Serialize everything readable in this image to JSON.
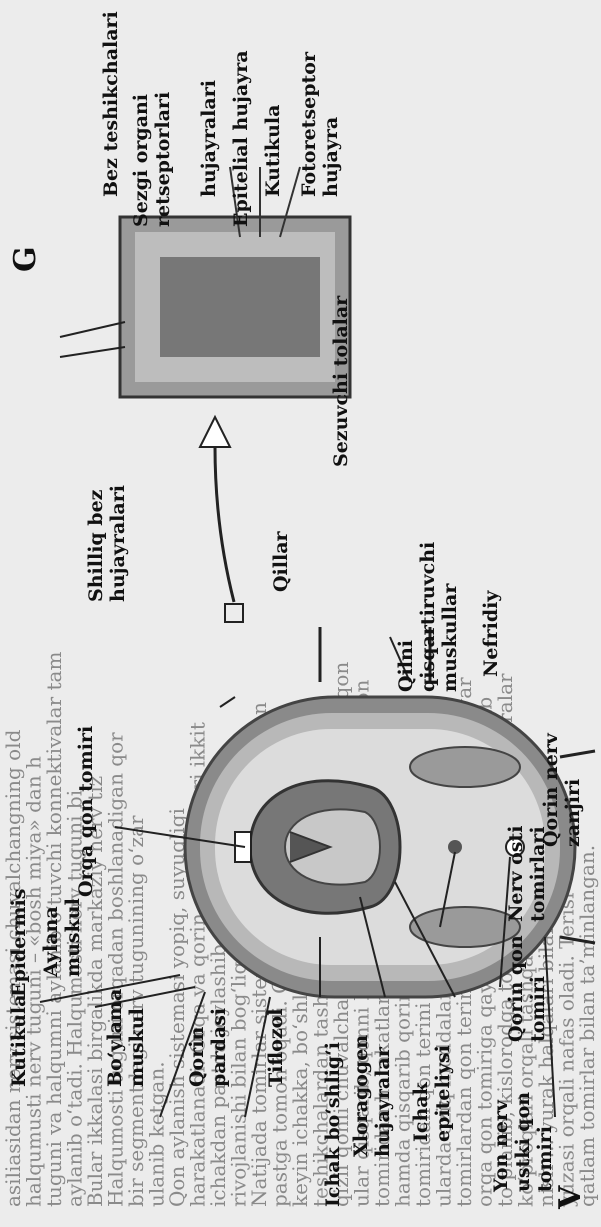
{
  "background_text": [
    "asiliasidan nerv sistemasi chuvalchangning old",
    "halqumusti nerv tuguni – «bosh miya» dan h",
    "tuguni va halqumni aylanib o‘tuvchi konnektivalar tam",
    "aylanib o‘tadi. Halqumosti nerv tuguni bi",
    "Bular ikkalasi birgalikda markaziy nerv tiz",
    "Halqumosti tuguni orqadan boshlanadigan qor",
    "bir segmentdagi nerv tugunining o‘zar",
    "ulanib ketgan.",
    "Qon aylanish sistemasi yopiq, suyuqligi",
    "harakatlanadi. Orqa va qorin qon tomirlari ikkit",
    "ichakdan pastda joylashib o‘tadi. Unda",
    "rivojlanishi bilan bog‘liq jarayon va kengayish",
    "Natijada tomirlar sistemasi rivojlanadi. Qorin qon",
    "pastga tomon oqadi. Qon tomirlardan orqa qon",
    "keyin ichakka, bo‘shliqqa qaytib, qorin ti",
    "teshikchalardan tashqi muhitga chiqadi (G-rasm).",
    "qizil qonli chuvalchanglarda qon harakatini qorin qon",
    "ular qisqarib, qonni harakatga keltiradi va orqa qon",
    "tomiridan harakatlanib, halqumusti qon tomirga",
    "hamda qisqarib qorin qon tomiriga o‘tadi",
    "tomiridan qon terini ichki organlarga taqsimlaydi",
    "ularda oziq moddalar va kislorod bilan boyiydi",
    "tomirlardan qon terining ostida joylashgan kapillyar",
    "orqa qon tomiriga qaytib, yana butun tana bo‘ylab",
    "to‘planib, kislorodga to‘yinadi. Qon orqali hujayralar",
    "ko‘proqlari orqali tashqariga chiqariladi",
    "nish ... yurak halqalari bilan bog‘liq",
    "yuzasi orqali nafas oladi. Terisi",
    "qatlam tomirlar bilan ta’minlangan."
  ],
  "figure": {
    "labels": {
      "panel_v": "V",
      "panel_g": "G",
      "kutikula": "Kutikula",
      "epidermis": "Epidermis",
      "aylana_muskul": [
        "Aylana",
        "muskul"
      ],
      "boylama_muskul": [
        "Bo‘ylama",
        "muskul"
      ],
      "qorin_pardasi": [
        "Qorin",
        "pardasi"
      ],
      "tiflozol": "Tiflozol",
      "ichak_boshligi": "Ichak bo‘shlig‘i",
      "xloragogen": [
        "Xloragogen",
        "hujayralar"
      ],
      "ichak_epiteliysi": [
        "Ichak",
        "epiteliysi"
      ],
      "yon_nerv": [
        "Yon nerv",
        "ustki qon",
        "tomiri"
      ],
      "qorin_qon_tomiri": [
        "Qorin qon",
        "tomiri"
      ],
      "nerv_osti": [
        "Nerv osti",
        "tomirlari"
      ],
      "qorin_nerv_zanjiri": [
        "Qorin nerv",
        "zanjiri"
      ],
      "orqa_qon_tomiri": "Orqa qon tomiri",
      "shilliq_bez": [
        "Shilliq bez",
        "hujayralari"
      ],
      "qillar": "Qillar",
      "qilni_qisqartiruvchi": [
        "Qilni",
        "qisqartiruvchi",
        "muskullar"
      ],
      "nefridiy": "Nefridiy",
      "bez_teshikchalari": "Bez teshikchalari",
      "sezgi_organi": [
        "Sezgi organi",
        "retseptorlari"
      ],
      "retseptor_hujayralari": "hujayralari",
      "epitelial_hujayra": "Epitelial hujayra",
      "g_kutikula": "Kutikula",
      "fotoretseptor": [
        "Fotoretseptor",
        "hujayra"
      ],
      "sezuvchi_tolalar": "Sezuvchi tolalar"
    }
  }
}
